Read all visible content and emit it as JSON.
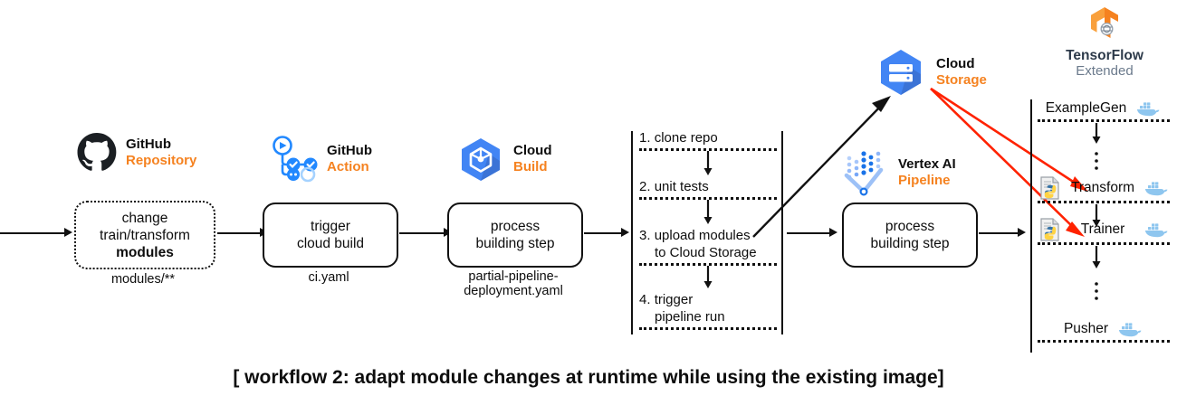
{
  "diagram": {
    "caption": "[ workflow 2:  adapt module changes at runtime while using the existing image]",
    "accent_color": "#f58220",
    "red_arrow_color": "#ff2200",
    "stages": [
      {
        "id": "github-repository",
        "icon": "github-icon",
        "title": "GitHub",
        "subtitle": "Repository",
        "box_text": "change\ntrain/transform\nmodules",
        "box_line1": "change",
        "box_line2": "train/transform",
        "box_line3": "modules",
        "box_style": "dashed",
        "footer": "modules/**"
      },
      {
        "id": "github-action",
        "icon": "github-actions-icon",
        "title": "GitHub",
        "subtitle": "Action",
        "box_line1": "trigger",
        "box_line2": "cloud build",
        "box_style": "solid",
        "footer": "ci.yaml"
      },
      {
        "id": "cloud-build",
        "icon": "cloud-build-icon",
        "title": "Cloud",
        "subtitle": "Build",
        "box_line1": "process",
        "box_line2": "building step",
        "box_style": "solid",
        "footer_line1": "partial-pipeline-",
        "footer_line2": "deployment.yaml"
      },
      {
        "id": "vertex-ai-pipeline",
        "icon": "vertex-ai-icon",
        "title": "Vertex AI",
        "subtitle": "Pipeline",
        "box_line1": "process",
        "box_line2": "building step",
        "box_style": "solid"
      }
    ],
    "cloud_storage": {
      "icon": "cloud-storage-icon",
      "title": "Cloud",
      "subtitle": "Storage"
    },
    "steps": {
      "items": [
        {
          "num": "1.",
          "line1": "clone repo",
          "line2": ""
        },
        {
          "num": "2.",
          "line1": "unit tests",
          "line2": ""
        },
        {
          "num": "3.",
          "line1": "upload modules",
          "line2": "to Cloud Storage"
        },
        {
          "num": "4.",
          "line1": "trigger",
          "line2": "pipeline run"
        }
      ]
    },
    "tfx": {
      "logo_icon": "tensorflow-extended-icon",
      "logo_line1": "TensorFlow",
      "logo_line2": "Extended",
      "components": [
        {
          "name": "ExampleGen",
          "docker": true,
          "python_module": false
        },
        {
          "name": "Transform",
          "docker": true,
          "python_module": true
        },
        {
          "name": "Trainer",
          "docker": true,
          "python_module": true
        },
        {
          "name": "Pusher",
          "docker": true,
          "python_module": false
        }
      ]
    }
  }
}
